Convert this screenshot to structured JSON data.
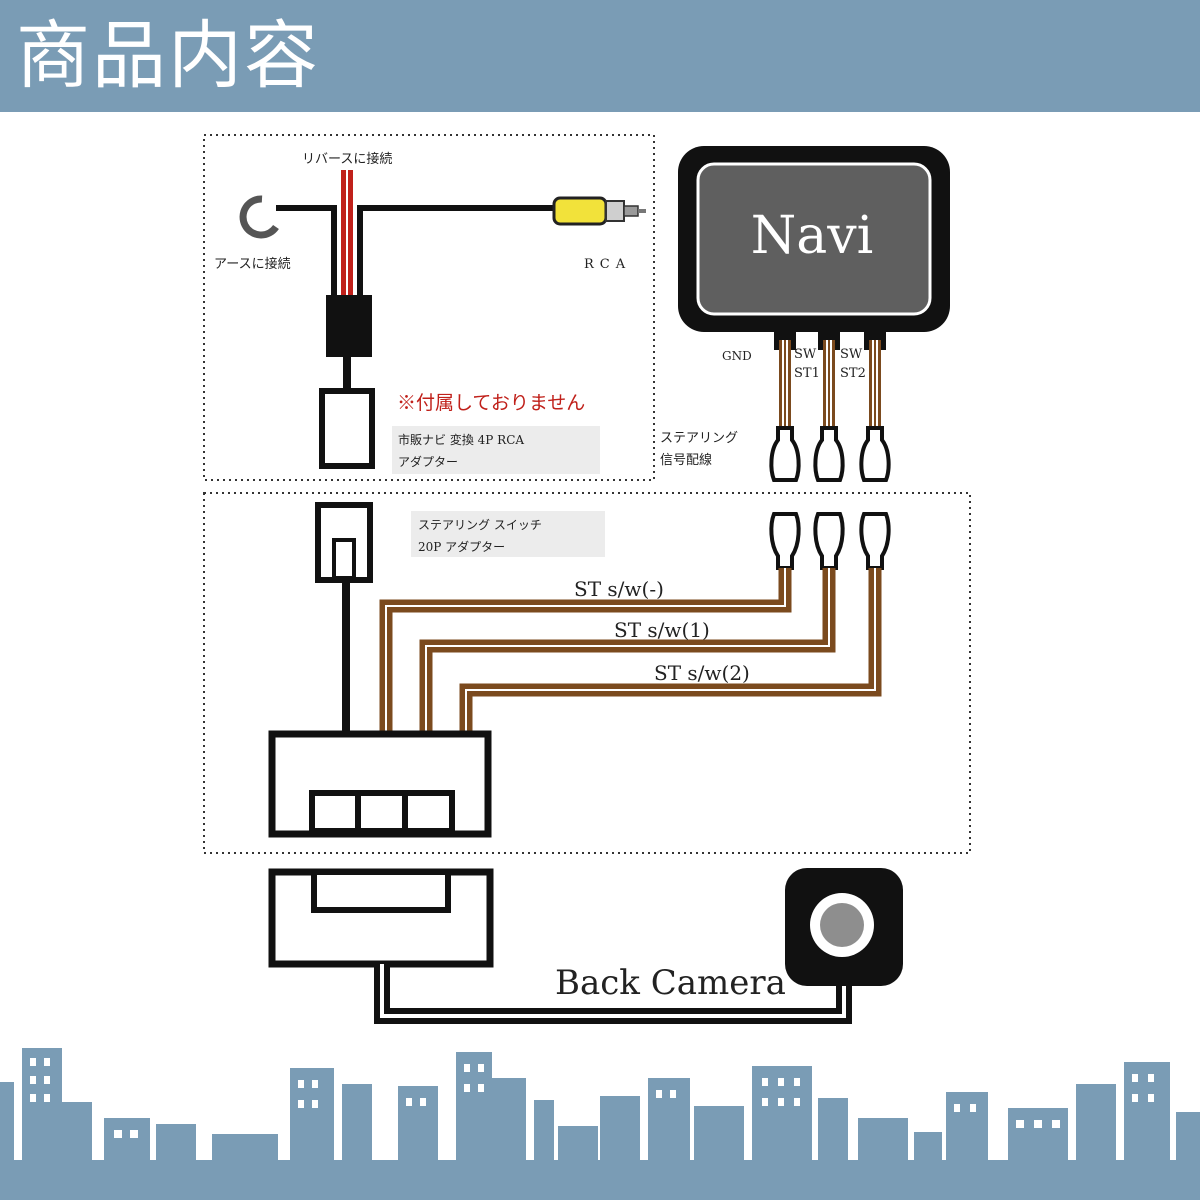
{
  "header": {
    "title": "商品内容"
  },
  "wiring": {
    "reverse_label": "リバースに接続",
    "ground_label": "アースに接続",
    "rca_label": "RCA",
    "not_included": "※付属しておりません",
    "adapter_4p_line1": "市販ナビ 変換 4P RCA",
    "adapter_4p_line2": "アダプター"
  },
  "navi": {
    "label": "Navi",
    "pin_gnd": "GND",
    "pin_sw1_top": "SW",
    "pin_sw1_bottom": "ST1",
    "pin_sw2_top": "SW",
    "pin_sw2_bottom": "ST2",
    "signal_line1": "ステアリング",
    "signal_line2": "信号配線"
  },
  "steering": {
    "adapter_line1": "ステアリング スイッチ",
    "adapter_line2": "20P アダプター",
    "wire_minus": "ST s/w(-)",
    "wire_1": "ST s/w(1)",
    "wire_2": "ST s/w(2)"
  },
  "camera": {
    "label": "Back Camera"
  },
  "colors": {
    "header": "#7a9cb5",
    "wire_brown": "#7b4a1e",
    "skyline": "#7a9cb5",
    "red": "#c0201a"
  }
}
